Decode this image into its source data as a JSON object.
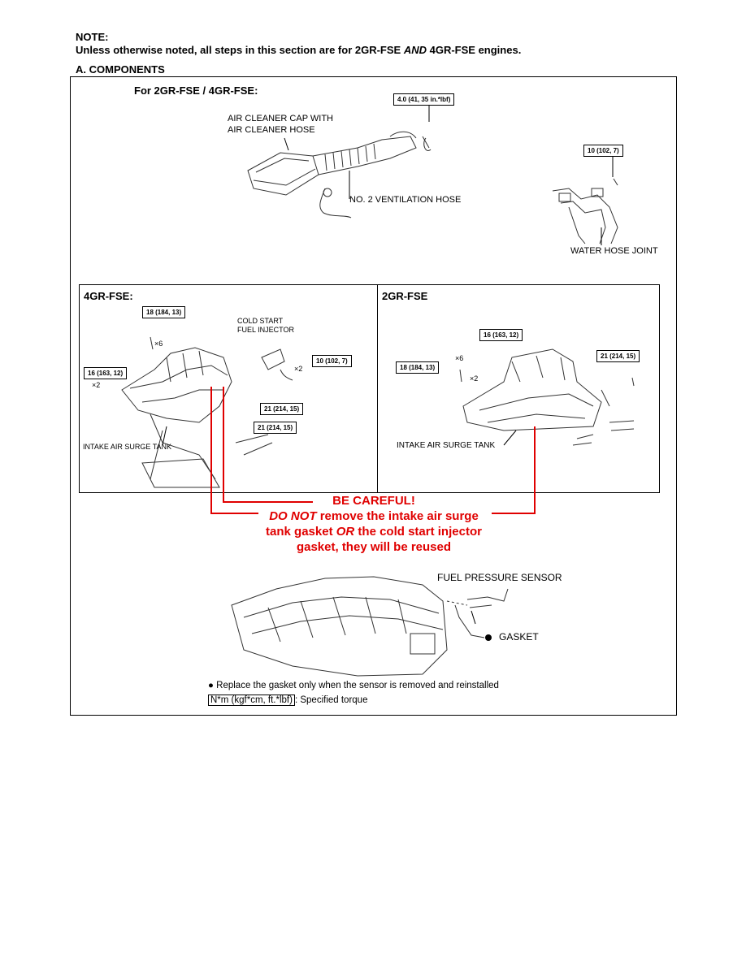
{
  "note": {
    "title": "NOTE:",
    "line_pre": "Unless otherwise noted, all steps in this section are for 2GR-FSE ",
    "line_em": "AND",
    "line_post": " 4GR-FSE engines."
  },
  "section_heading": "A.  COMPONENTS",
  "top_panel": {
    "title": "For 2GR-FSE / 4GR-FSE:",
    "torque_clamp": "4.0 (41, 35 in.*lbf)",
    "air_cleaner_label_1": "AIR CLEANER CAP WITH",
    "air_cleaner_label_2": "AIR CLEANER HOSE",
    "vent_hose_label": "NO. 2 VENTILATION HOSE",
    "torque_water": "10 (102, 7)",
    "water_hose_label": "WATER HOSE JOINT"
  },
  "left_panel": {
    "title": "4GR-FSE:",
    "torque_top": "18 (184, 13)",
    "qty_top": "×6",
    "cold_start_1": "COLD START",
    "cold_start_2": "FUEL INJECTOR",
    "torque_injector": "10 (102, 7)",
    "qty_injector": "×2",
    "torque_left": "16 (163, 12)",
    "qty_left": "×2",
    "torque_mid": "21 (214, 15)",
    "torque_low": "21 (214, 15)",
    "surge_tank_label": "INTAKE AIR SURGE TANK"
  },
  "right_panel": {
    "title": "2GR-FSE",
    "torque_top": "16 (163, 12)",
    "qty_six": "×6",
    "torque_left": "18 (184, 13)",
    "qty_two": "×2",
    "torque_right": "21 (214, 15)",
    "surge_tank_label": "INTAKE AIR SURGE TANK"
  },
  "warning": {
    "title": "BE CAREFUL!",
    "line1_em": "DO NOT",
    "line1_rest": " remove the intake air surge",
    "line2_pre": "tank gasket ",
    "line2_em": "OR",
    "line2_post": " the cold start injector",
    "line3": "gasket, they will be reused",
    "color": "#e00000"
  },
  "bottom": {
    "fuel_sensor_label": "FUEL PRESSURE SENSOR",
    "gasket_label": "GASKET",
    "note_bullet": "●",
    "note_text": "Replace the gasket only when the sensor is removed and reinstalled",
    "legend_box": "N*m (kgf*cm, ft.*lbf)",
    "legend_text": ": Specified torque"
  }
}
